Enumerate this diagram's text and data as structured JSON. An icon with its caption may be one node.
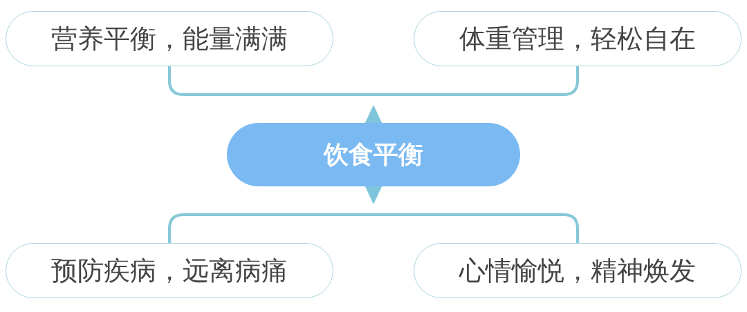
{
  "diagram": {
    "nodes": [
      {
        "text": [
          "饮食平衡"
        ]
      },
      {
        "text": [
          "营养平衡，能量满满"
        ]
      },
      {
        "text": [
          "体重管理，轻松自在"
        ]
      },
      {
        "text": [
          "预防疾病，远离病痛"
        ]
      },
      {
        "text": [
          "心情愉悦，精神焕发"
        ]
      }
    ],
    "edges": [
      {
        "from": 1,
        "to": 2,
        "arrow": "none"
      },
      {
        "from": 3,
        "to": 4,
        "arrow": "none"
      }
    ]
  }
}
